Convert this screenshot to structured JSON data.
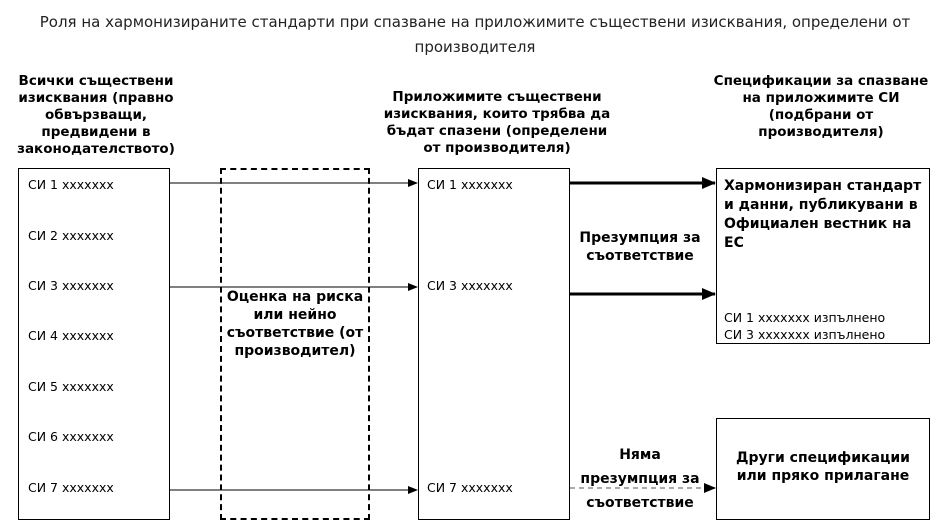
{
  "title": "Роля на хармонизираните стандарти при спазване на приложимите съществени изисквания, определени от производителя",
  "col1": {
    "heading": "Всички съществени изисквания (правно обвързващи, предвидени в законодателството)",
    "items": [
      "СИ 1 xxxxxxx",
      "СИ 2 xxxxxxx",
      "СИ 3 xxxxxxx",
      "СИ 4 xxxxxxx",
      "СИ 5 xxxxxxx",
      "СИ 6 xxxxxxx",
      "СИ 7 xxxxxxx"
    ]
  },
  "risk_box": {
    "text": "Оценка на риска или нейно съответствие (от производител)"
  },
  "col2": {
    "heading": "Приложимите съществени изисквания, които трябва да бъдат спазени (определени от производителя)",
    "items": [
      "СИ 1 xxxxxxx",
      "СИ 3 xxxxxxx",
      "СИ 7 xxxxxxx"
    ]
  },
  "presumption": "Презумпция за съответствие",
  "no_presumption": "Няма презумпция за съответствие",
  "col3": {
    "heading": "Спецификации за спазване на приложимите СИ (подбрани от производителя)",
    "harmonized": "Хармонизиран стандарт и данни, публикувани в Официален вестник на ЕС",
    "fulfilled": [
      "СИ 1 xxxxxxx изпълнено",
      "СИ 3 xxxxxxx изпълнено"
    ],
    "other": "Други спецификации или пряко прилагане"
  }
}
